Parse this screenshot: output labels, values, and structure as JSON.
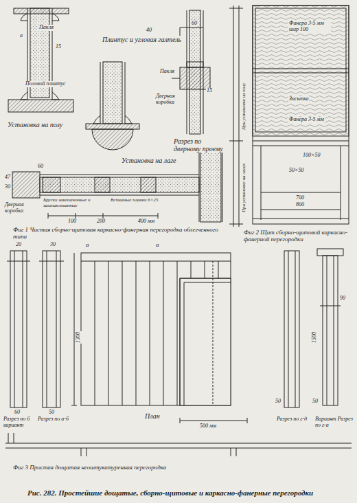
{
  "diagram": {
    "caption": "Рис. 282. Простейшие дощатые, сборно-щитовые и каркасно-фанерные перегородки",
    "labels": [
      "Пакля",
      "Плинтус и угловая галтель",
      "40",
      "a",
      "15",
      "Половой плинтус",
      "Установка на полу",
      "60",
      "15",
      "Пакля",
      "Дверная коробка",
      "Разрез по дверному проему",
      "Установка на лаге",
      "60",
      "47",
      "30",
      "Дверная коробка",
      "Бруски закопаченные и зашпаклеванные",
      "Вставные планки 6×25",
      "100",
      "200",
      "400 мм",
      "Фиг 1 Чистая сборно-щитовая каркасно-фанерная перегородка облегченного типа",
      "Фанера 3-5 мм шир 100",
      "Засыпка",
      "Фанера 3-5 мм",
      "При установке на полу",
      "При установке на лагах",
      "100×50",
      "50×50",
      "700",
      "800",
      "Фиг 2 Щит сборно-щитовой каркасно-фанерной перегородки",
      "20",
      "30",
      "а",
      "а",
      "1300",
      "План",
      "500 мм",
      "Разрез по б вариант",
      "Разрез по а-б",
      "60",
      "50",
      "Разрез по г-д",
      "Вариант Разрез по г-а",
      "1500",
      "90",
      "50",
      "50",
      "Фиг 3 Простая дощатая неоштукатуренная перегородка"
    ]
  }
}
